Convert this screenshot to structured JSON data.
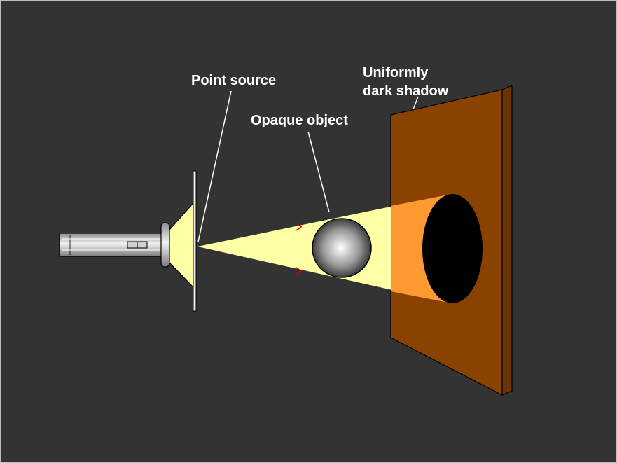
{
  "labels": {
    "point_source": "Point source",
    "opaque_object": "Opaque object",
    "shadow_line1": "Uniformly",
    "shadow_line2": "dark shadow"
  },
  "colors": {
    "background": "#333333",
    "light_beam": "#ffffa6",
    "screen_front": "#8a4200",
    "screen_side": "#6b3300",
    "lit_area": "#ff9a33",
    "shadow": "#000000",
    "arrow": "#cc0000"
  }
}
